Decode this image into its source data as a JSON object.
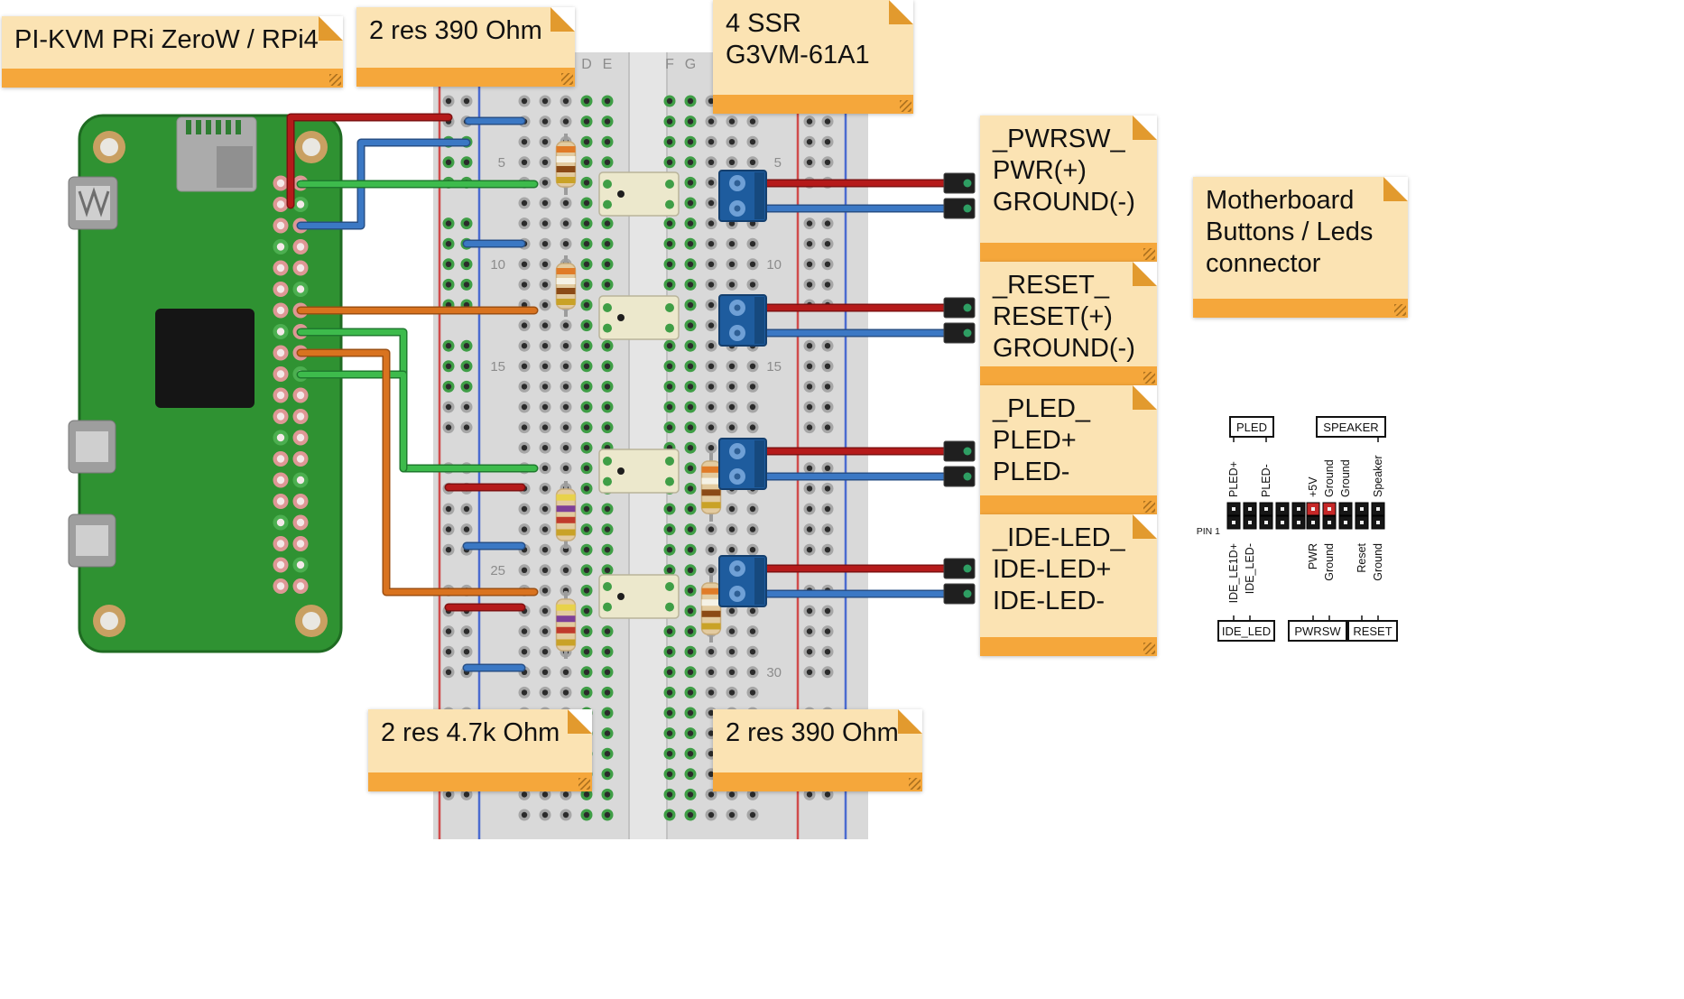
{
  "notes": {
    "pi": {
      "text": "PI-KVM PRi ZeroW / RPi4"
    },
    "res390_top": {
      "text": "2 res 390 Ohm"
    },
    "ssr": {
      "text": "4 SSR\nG3VM-61A1"
    },
    "pwrsw": {
      "text": "_PWRSW_\nPWR(+)\nGROUND(-)"
    },
    "reset": {
      "text": "_RESET_\nRESET(+)\nGROUND(-)"
    },
    "pled": {
      "text": "_PLED_\nPLED+\nPLED-"
    },
    "ide_led": {
      "text": "_IDE-LED_\nIDE-LED+\nIDE-LED-"
    },
    "motherboard": {
      "text": "Motherboard\nButtons / Leds\nconnector"
    },
    "res47k": {
      "text": "2 res 4.7k Ohm"
    },
    "res390_bottom": {
      "text": "2 res 390 Ohm"
    }
  },
  "breadboard": {
    "column_letters": [
      "D",
      "E",
      "F",
      "G"
    ],
    "left_row_numbers": [
      "5",
      "10",
      "15",
      "25"
    ],
    "right_row_numbers": [
      "5",
      "10",
      "15",
      "30"
    ]
  },
  "pin_diagram": {
    "top_boxes": [
      "PLED",
      "SPEAKER"
    ],
    "bottom_boxes": [
      "IDE_LED",
      "PWRSW",
      "RESET"
    ],
    "top_pin_labels": [
      "PLED+",
      "PLED-",
      "+5V",
      "Ground",
      "Ground",
      "Speaker"
    ],
    "bottom_pin_labels": [
      "IDE_LE1D+",
      "IDE_LED-",
      "PWR",
      "Ground",
      "Reset",
      "Ground"
    ],
    "pin1_label": "PIN 1"
  },
  "colors": {
    "wire_red": "#B51A1A",
    "wire_blue": "#3B78C4",
    "wire_green": "#3DBB4C",
    "wire_orange": "#D9731F",
    "note_body": "#FBE3B3",
    "note_strip": "#F5A73B",
    "board_green": "#2F9232",
    "breadboard_gray": "#D9D9D9"
  }
}
